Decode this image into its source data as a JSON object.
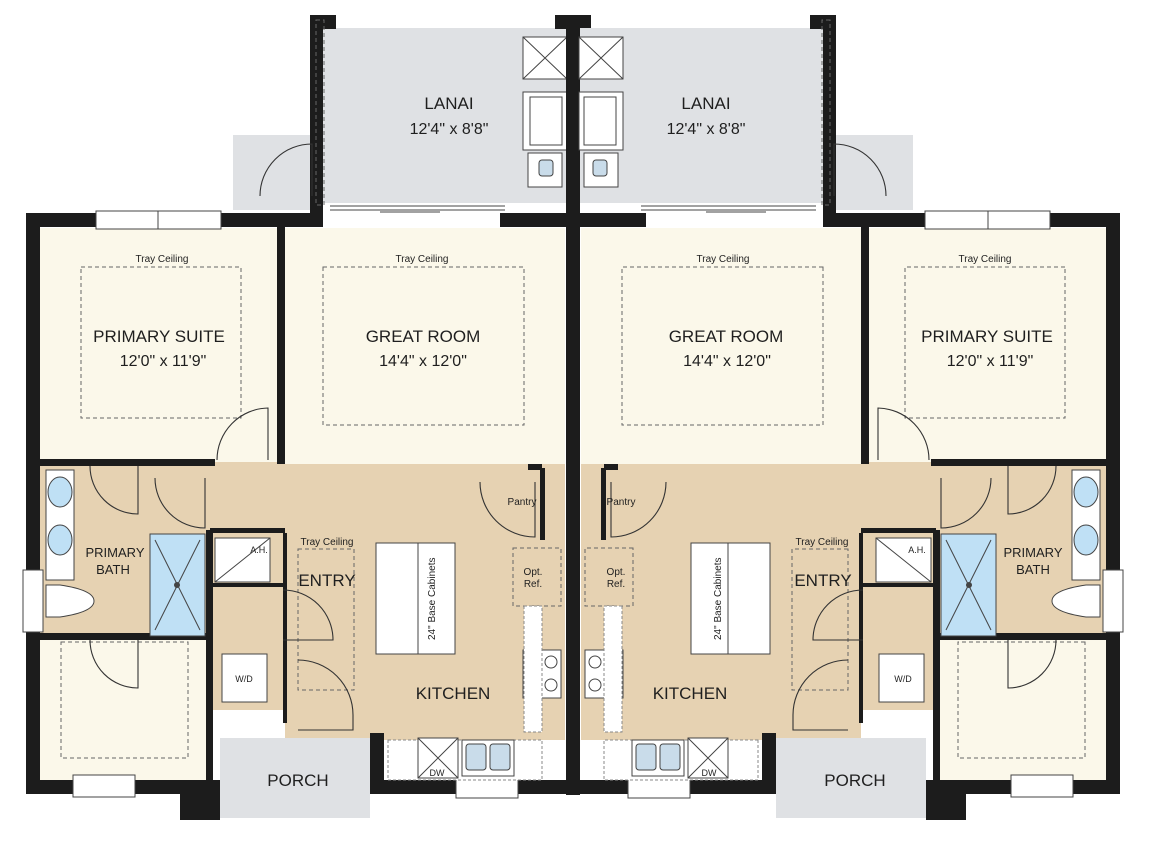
{
  "colors": {
    "wall": "#1c1c1c",
    "living_floor": "#fbf8ea",
    "service_floor": "#e6d2b2",
    "lanai_floor": "#dfe1e4",
    "porch_floor": "#dfe1e4",
    "shower": "#bfe0f5"
  },
  "units": [
    {
      "lanai": {
        "label": "LANAI",
        "dims": "12'4\" x 8'8\""
      },
      "great_room": {
        "label": "GREAT ROOM",
        "dims": "14'4\" x 12'0\"",
        "ceiling": "Tray Ceiling"
      },
      "primary_suite": {
        "label": "PRIMARY SUITE",
        "dims": "12'0\" x 11'9\"",
        "ceiling": "Tray Ceiling"
      },
      "primary_bath": {
        "line1": "PRIMARY",
        "line2": "BATH"
      },
      "entry": {
        "label": "ENTRY",
        "ceiling": "Tray Ceiling"
      },
      "kitchen": {
        "label": "KITCHEN"
      },
      "pantry": "Pantry",
      "ref": {
        "line1": "Opt.",
        "line2": "Ref."
      },
      "island": "24\" Base Cabinets",
      "ah": "A.H.",
      "wd": "W/D",
      "dw": "DW",
      "porch": "PORCH"
    },
    {
      "lanai": {
        "label": "LANAI",
        "dims": "12'4\" x 8'8\""
      },
      "great_room": {
        "label": "GREAT ROOM",
        "dims": "14'4\" x 12'0\"",
        "ceiling": "Tray Ceiling"
      },
      "primary_suite": {
        "label": "PRIMARY SUITE",
        "dims": "12'0\" x 11'9\"",
        "ceiling": "Tray Ceiling"
      },
      "primary_bath": {
        "line1": "PRIMARY",
        "line2": "BATH"
      },
      "entry": {
        "label": "ENTRY",
        "ceiling": "Tray Ceiling"
      },
      "kitchen": {
        "label": "KITCHEN"
      },
      "pantry": "Pantry",
      "ref": {
        "line1": "Opt.",
        "line2": "Ref."
      },
      "island": "24\" Base Cabinets",
      "ah": "A.H.",
      "wd": "W/D",
      "dw": "DW",
      "porch": "PORCH"
    }
  ]
}
